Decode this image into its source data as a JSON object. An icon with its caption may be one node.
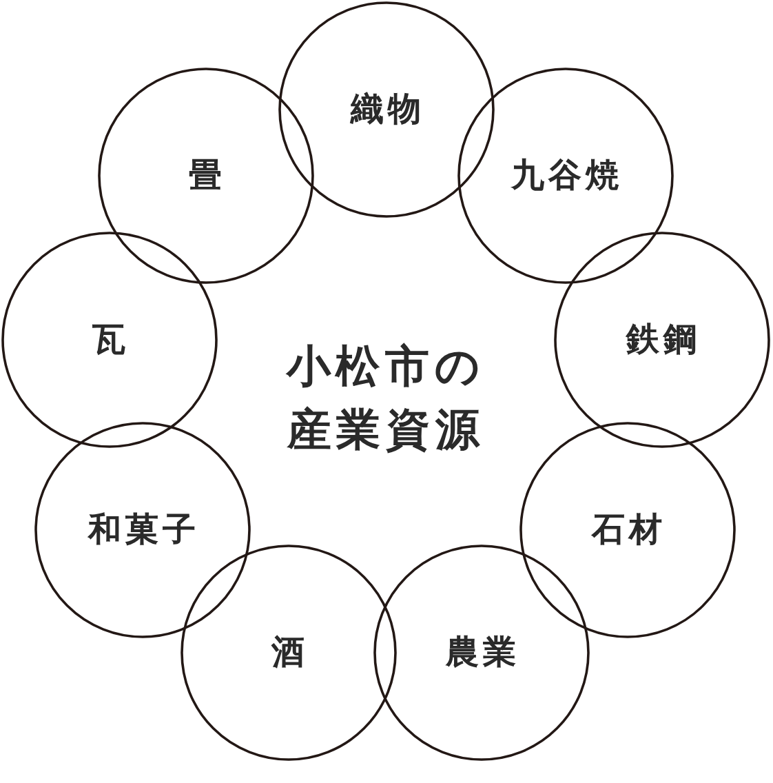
{
  "diagram": {
    "title": "小松市の産業資源",
    "nodes": [
      {
        "text": [
          "織物"
        ]
      },
      {
        "text": [
          "九谷焼"
        ]
      },
      {
        "text": [
          "鉄鋼"
        ]
      },
      {
        "text": [
          "石材"
        ]
      },
      {
        "text": [
          "農業"
        ]
      },
      {
        "text": [
          "酒"
        ]
      },
      {
        "text": [
          "和菓子"
        ]
      },
      {
        "text": [
          "瓦"
        ]
      },
      {
        "text": [
          "畳"
        ]
      }
    ]
  }
}
